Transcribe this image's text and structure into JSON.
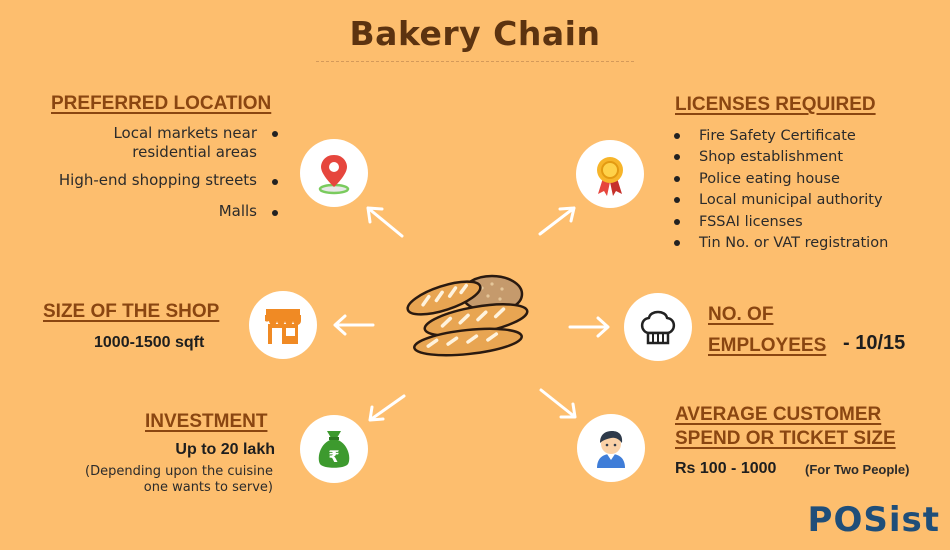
{
  "title": "Bakery Chain",
  "preferred_location": {
    "heading": "PREFERRED LOCATION",
    "items": [
      "Local markets near",
      "residential areas",
      "High-end shopping streets",
      "Malls"
    ]
  },
  "licenses": {
    "heading": "LICENSES REQUIRED",
    "items": [
      "Fire Safety Certificate",
      "Shop establishment",
      "Police eating house",
      "Local municipal authority",
      "FSSAI licenses",
      "Tin No. or VAT registration"
    ]
  },
  "shop_size": {
    "heading": "SIZE OF THE SHOP",
    "value": "1000-1500 sqft"
  },
  "employees": {
    "heading_line1": "NO. OF",
    "heading_line2": "EMPLOYEES",
    "value": "- 10/15"
  },
  "investment": {
    "heading": "INVESTMENT",
    "value": "Up to 20 lakh",
    "note_line1": "(Depending upon the cuisine",
    "note_line2": "one wants to serve)"
  },
  "customer_spend": {
    "heading_line1": "AVERAGE CUSTOMER",
    "heading_line2": "SPEND OR TICKET SIZE",
    "value": "Rs 100 - 1000",
    "note": "(For Two People)"
  },
  "icons": {
    "center": "bread-icon",
    "location": "map-pin-icon",
    "licenses": "award-ribbon-icon",
    "shop": "storefront-icon",
    "employees": "chef-hat-icon",
    "investment": "rupee-bag-icon",
    "customer": "person-avatar-icon"
  },
  "colors": {
    "background": "#FDBE6E",
    "heading": "#8A4611",
    "title": "#5C3310",
    "logo": "#1F4E79"
  },
  "logo": "POSist"
}
